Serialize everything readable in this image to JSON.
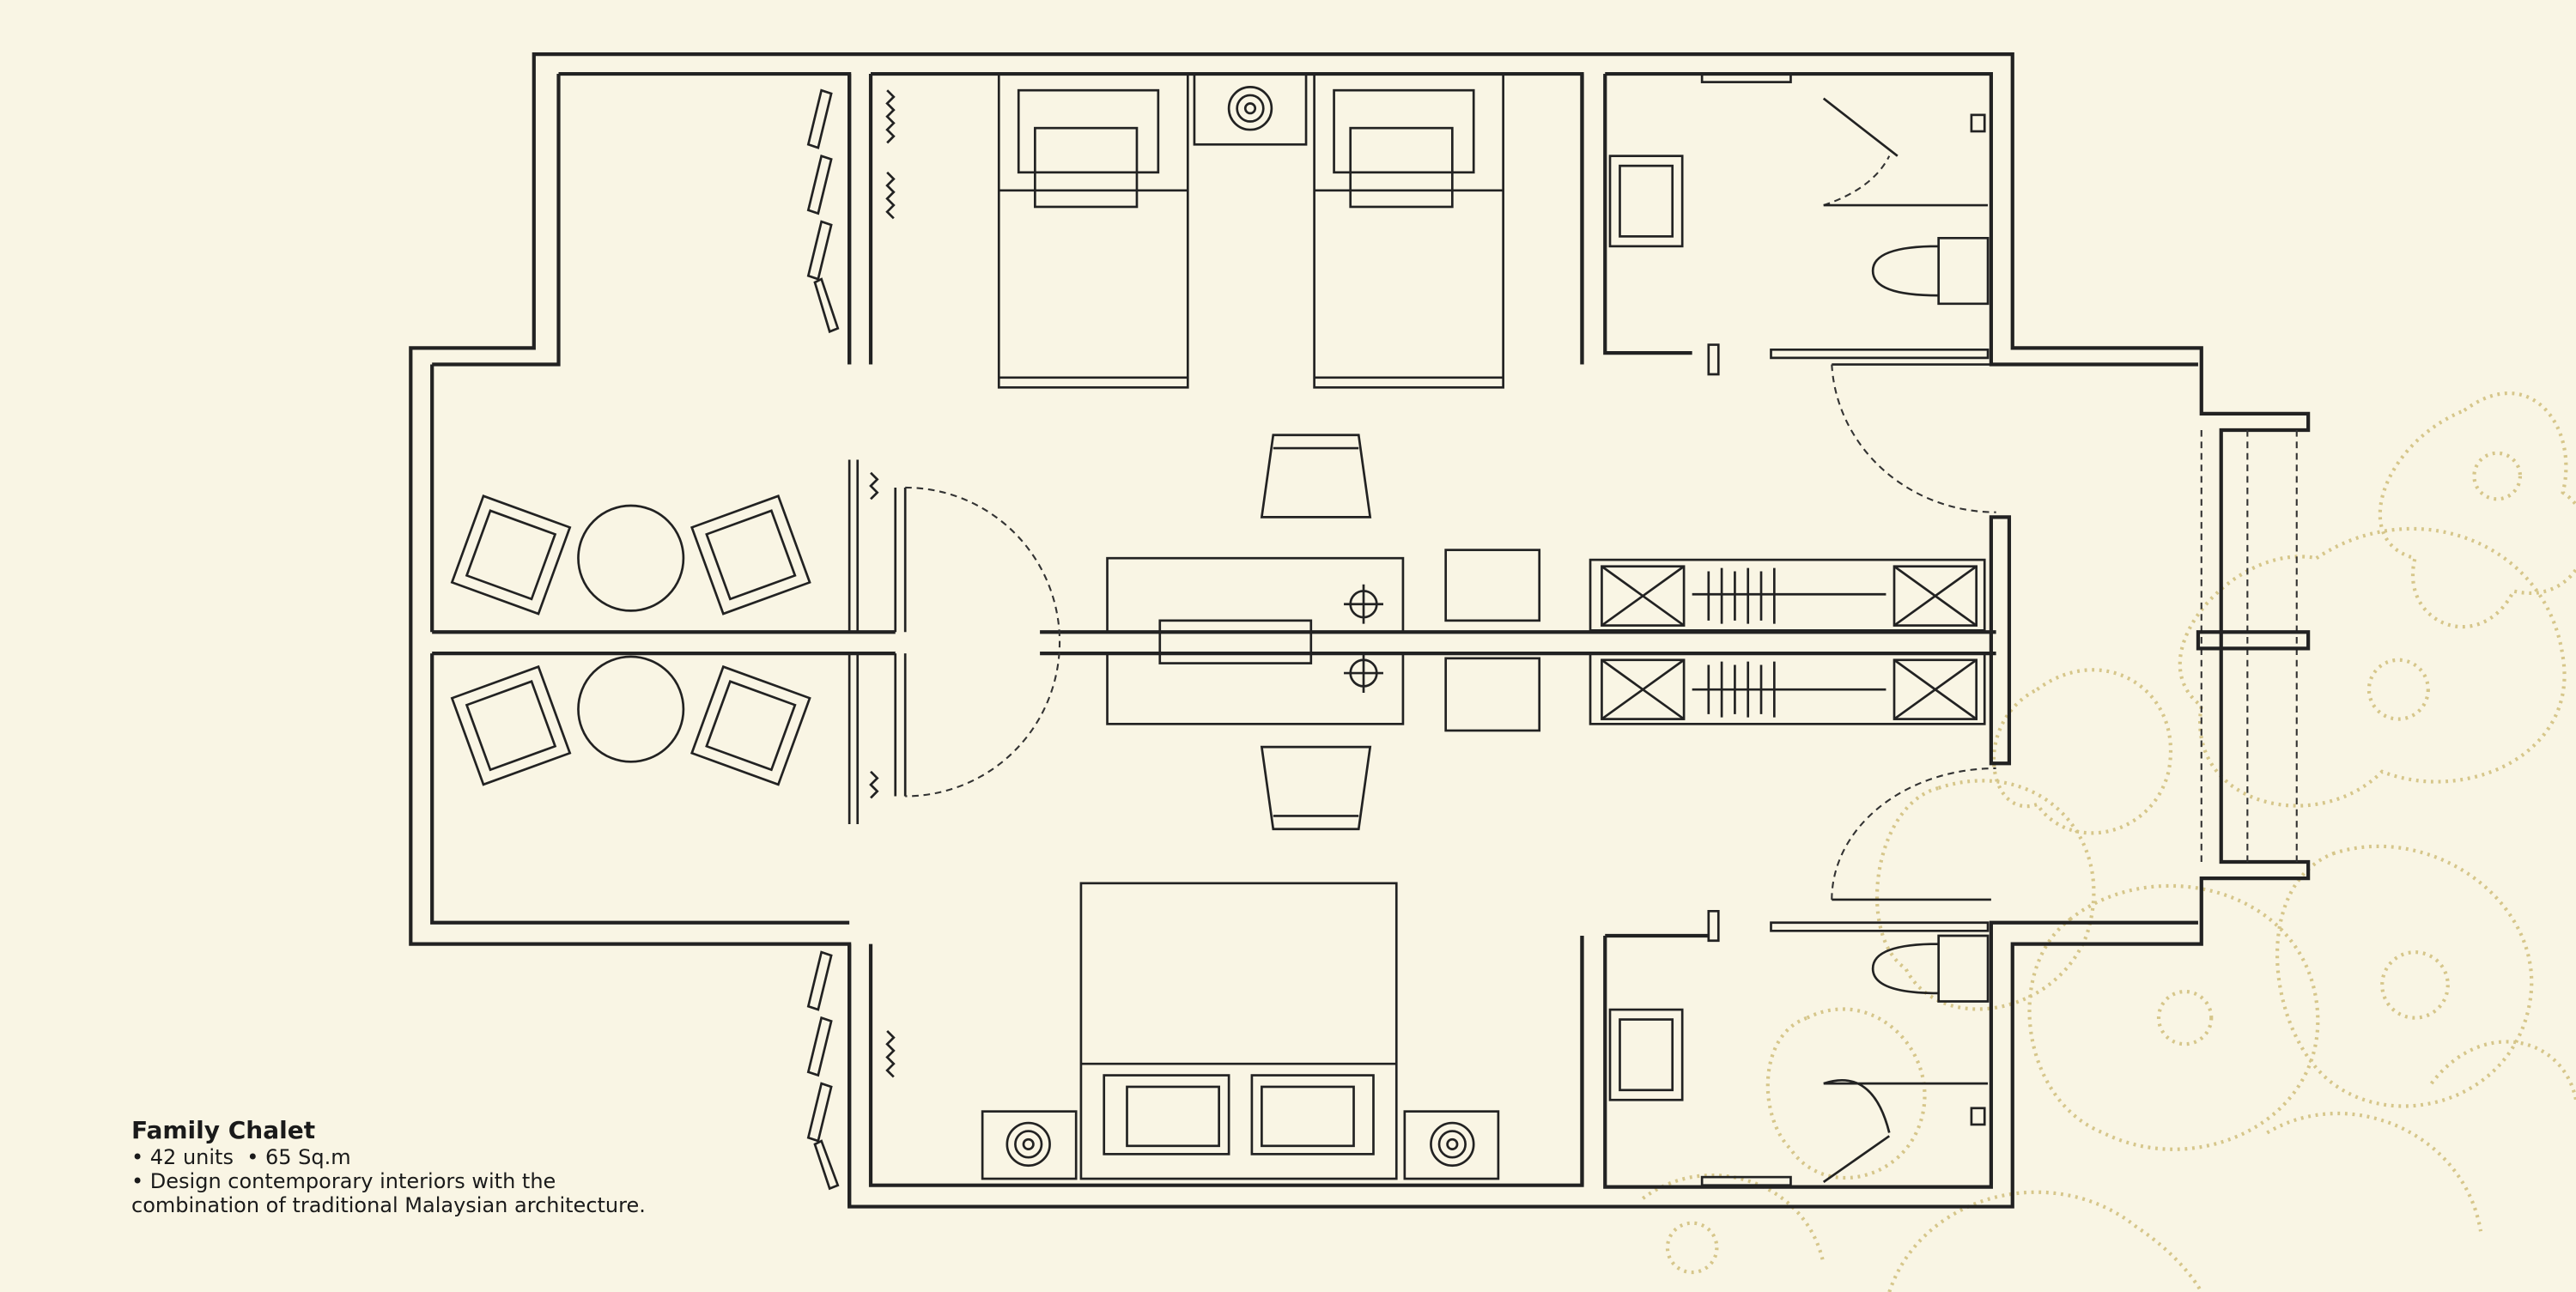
{
  "caption": {
    "title": "Family Chalet",
    "stats": "• 42 units  • 65 Sq.m",
    "description_1": "• Design contemporary interiors with the",
    "description_2": "combination of traditional Malaysian architecture."
  },
  "colors": {
    "background": "#f9f5e4",
    "lines": "#222222",
    "ornament": "#d6c68a"
  }
}
